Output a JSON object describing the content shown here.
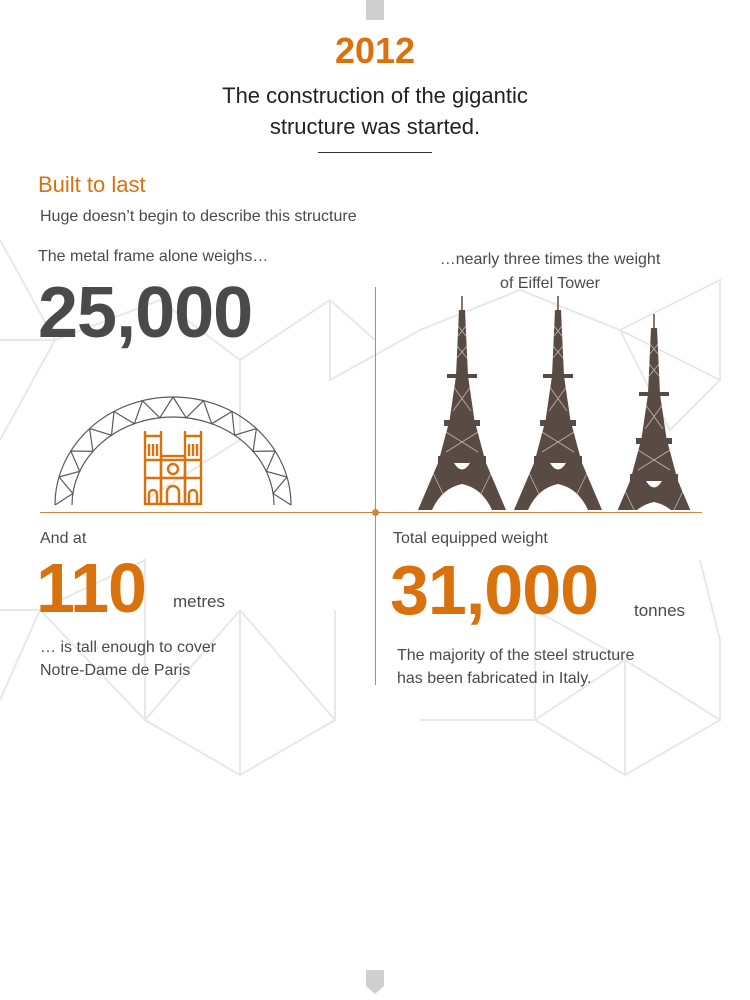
{
  "header": {
    "year": "2012",
    "headline_line1": "The construction of the gigantic",
    "headline_line2": "structure was started."
  },
  "section": {
    "title": "Built to last",
    "subtitle": "Huge doesn’t begin to describe this structure"
  },
  "frame_weight": {
    "label": "The metal frame alone weighs…",
    "value": "25,000"
  },
  "eiffel": {
    "line1": "…nearly three times the weight",
    "line2": "of Eiffel Tower",
    "tower_count": 3
  },
  "height": {
    "label": "And at",
    "value": "110",
    "unit": "metres",
    "caption_line1": "… is tall enough to cover",
    "caption_line2": "Notre-Dame de Paris"
  },
  "equipped": {
    "label": "Total equipped weight",
    "value": "31,000",
    "unit": "tonnes",
    "caption_line1": "The majority of the steel structure",
    "caption_line2": "has been fabricated in Italy."
  },
  "colors": {
    "accent": "#d9720c",
    "text": "#4a4a4a",
    "tower": "#5a4a44",
    "rule": "#c98a3f",
    "pattern": "#e6e6e6"
  },
  "icons": [
    "arch-truss-icon",
    "notre-dame-icon",
    "eiffel-tower-icon"
  ]
}
